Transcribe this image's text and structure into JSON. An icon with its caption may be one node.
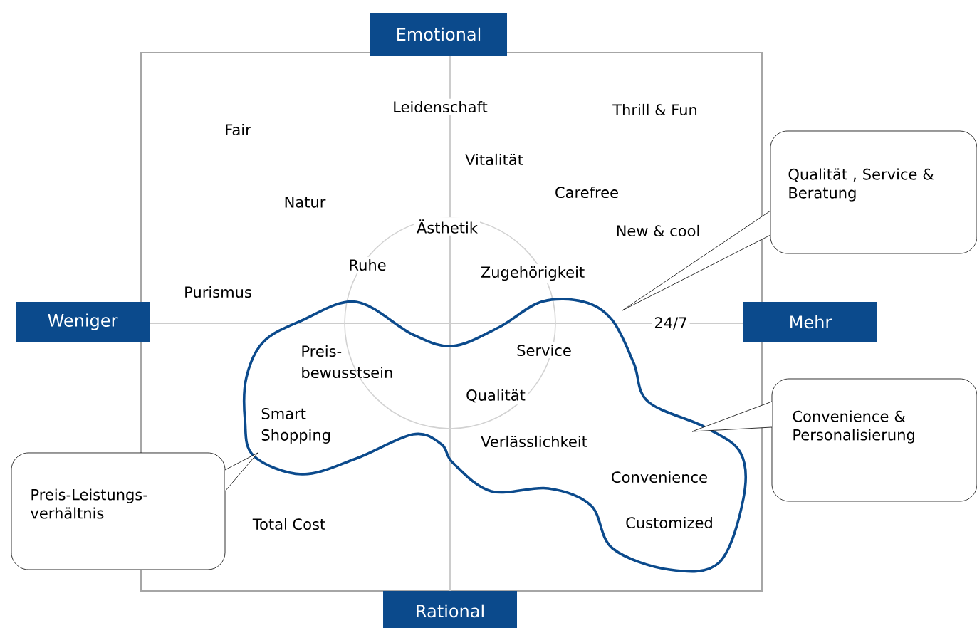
{
  "diagram": {
    "nodes": [
      {
        "text": [
          "Emotional"
        ]
      },
      {
        "text": [
          "Weniger"
        ]
      },
      {
        "text": [
          "Mehr"
        ]
      },
      {
        "text": [
          "Rational"
        ]
      },
      {
        "text": [
          "Qualität , Service & Beratung"
        ]
      },
      {
        "text": [
          "Convenience & Personalisierung"
        ]
      },
      {
        "text": [
          "Preis-Leistungs- verhältnis"
        ]
      }
    ],
    "edges": [],
    "labels": [
      "Leidenschaft",
      "Thrill & Fun",
      "Fair",
      "Vitalität",
      "Natur",
      "Carefree",
      "Ästhetik",
      "New & cool",
      "Ruhe",
      "Zugehörigkeit",
      "Purismus",
      "24/7",
      "Preis- bewusstsein",
      "Service",
      "Qualität",
      "Smart Shopping",
      "Verlässlichkeit",
      "Convenience",
      "Total Cost",
      "Customized"
    ]
  }
}
